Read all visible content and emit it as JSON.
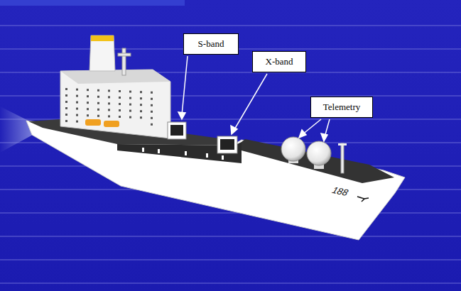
{
  "diagram": {
    "nodes": [
      {
        "text": [
          "S-band"
        ]
      },
      {
        "text": [
          "X-band"
        ]
      },
      {
        "text": [
          "Telemetry"
        ]
      }
    ],
    "labels": [
      "188"
    ]
  }
}
